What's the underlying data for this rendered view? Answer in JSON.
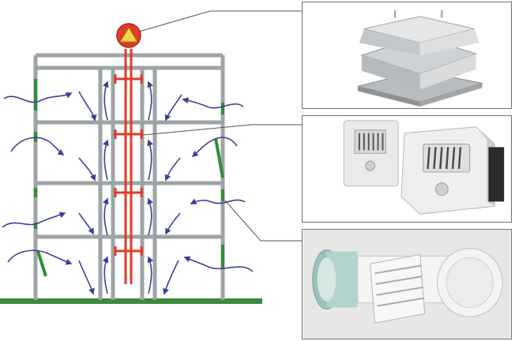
{
  "diagram": {
    "colors": {
      "wall": "#9ea3a6",
      "ground": "#3d8a3f",
      "duct": "#e03a2a",
      "airflow_arrow": "#3c3f9a",
      "inlet_vent": "#2f8f35"
    },
    "components": [
      {
        "id": "roof-fan",
        "icon": "roof-exhaust-fan-photo"
      },
      {
        "id": "wall-exhaust-grille",
        "icon": "wall-exhaust-grille-photo"
      },
      {
        "id": "window-air-inlet",
        "icon": "window-air-inlet-photo"
      }
    ],
    "floors": 4
  }
}
